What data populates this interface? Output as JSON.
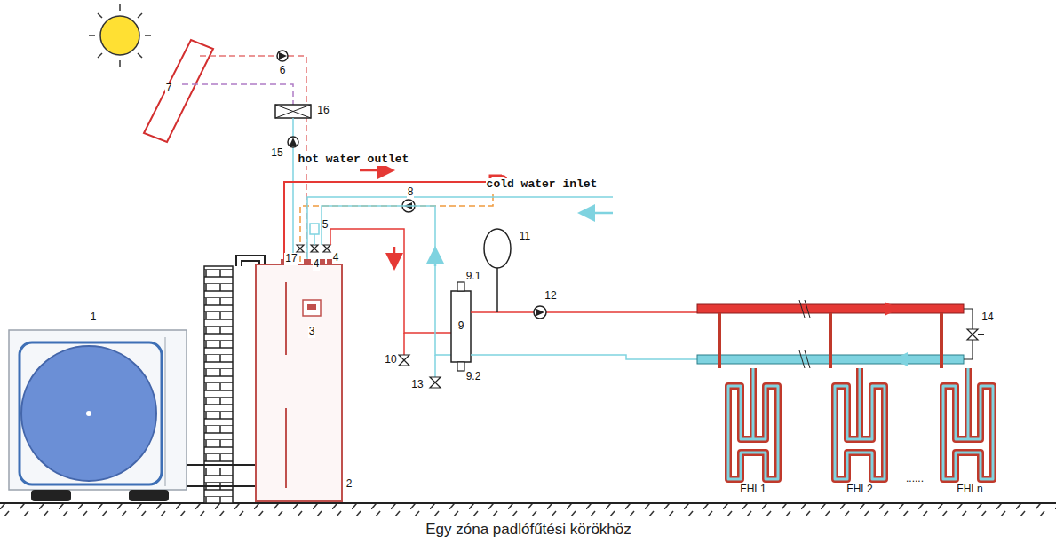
{
  "diagram": {
    "caption": "Egy zóna padlófűtési körökhöz",
    "labels": [
      "1",
      "7",
      "6",
      "16",
      "15",
      "hot water outlet",
      "8",
      "cold water inlet",
      "5",
      "17",
      "4",
      "4",
      "3",
      "2",
      "11",
      "9.1",
      "9",
      "12",
      "10",
      "9.2",
      "13",
      "14",
      "FHL1",
      "FHL2",
      "......",
      "FHLn"
    ]
  }
}
